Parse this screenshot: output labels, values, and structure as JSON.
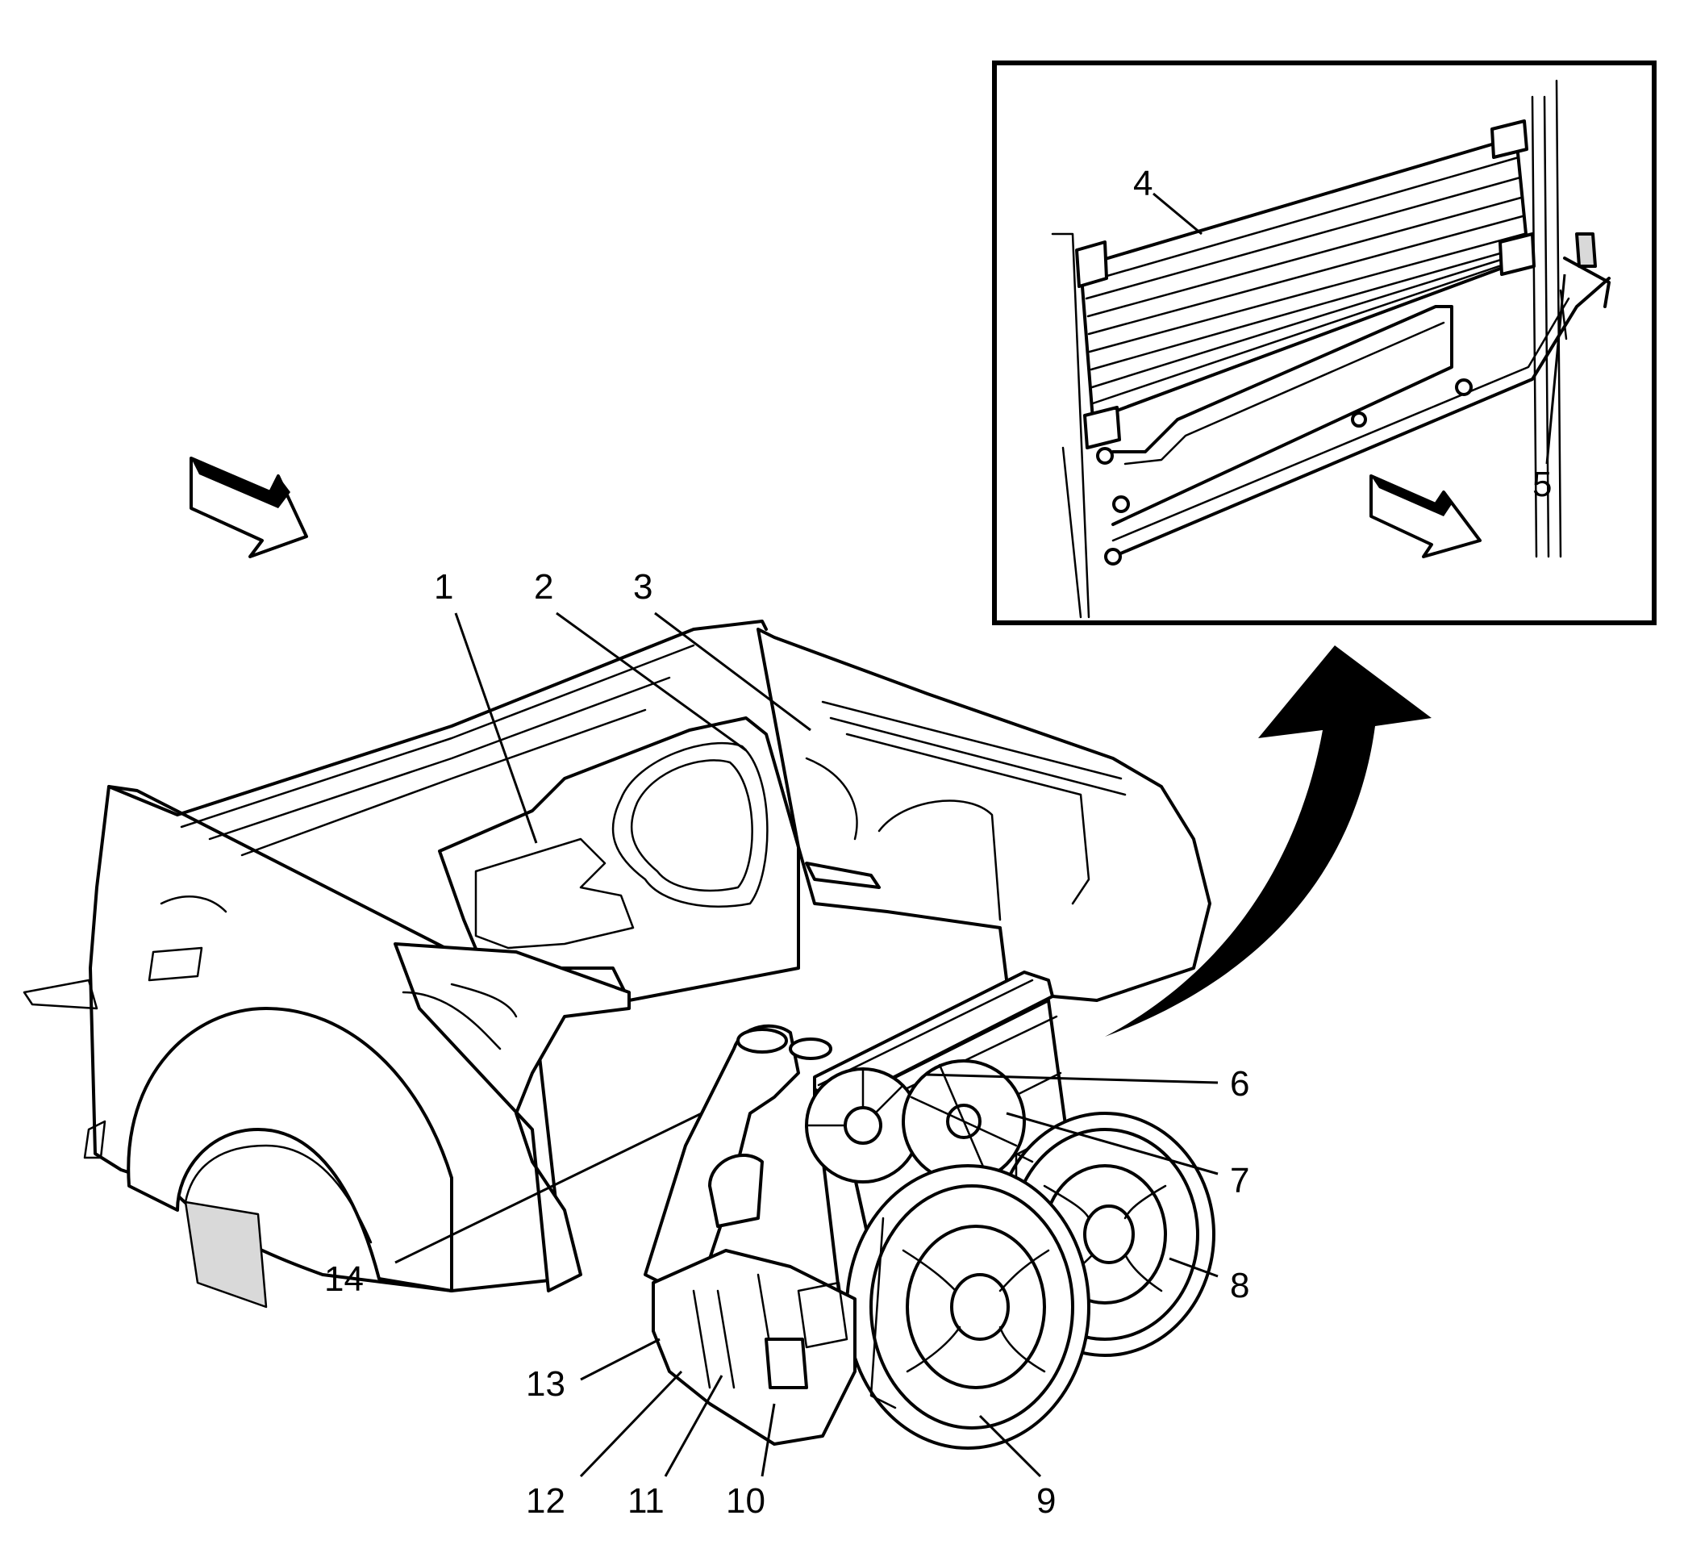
{
  "callouts": [
    "1",
    "2",
    "3",
    "4",
    "5",
    "6",
    "7",
    "8",
    "9",
    "10",
    "11",
    "12",
    "13",
    "14"
  ],
  "colors": {
    "ink": "#000000",
    "paper": "#ffffff",
    "shade": "#d9d9d9"
  },
  "icons": [
    "direction-arrow-icon",
    "direction-arrow-icon",
    "curved-arrow-icon"
  ]
}
